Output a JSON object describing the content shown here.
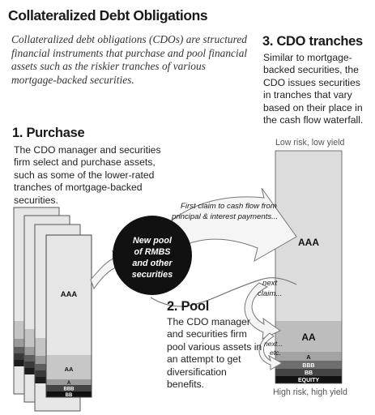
{
  "title": "Collateralized Debt Obligations",
  "intro": "Collateralized debt obligations (CDOs) are structured financial instruments that purchase and pool financial assets such as the riskier tranches of various mortgage-backed securities.",
  "purchase": {
    "heading": "1. Purchase",
    "body": "The CDO manager and securities firm select and purchase assets, such as some of the lower-rated tranches of mortgage-backed securities."
  },
  "pool": {
    "heading": "2. Pool",
    "body": "The CDO manager and securities firm pool various assets in an attempt to get diversification benefits.",
    "circle_lines": [
      "New pool",
      "of RMBS",
      "and other",
      "securities"
    ]
  },
  "tranches": {
    "heading": "3. CDO tranches",
    "body": "Similar to mortgage-backed securities, the CDO issues securities in tranches that vary based on their place in the cash flow waterfall.",
    "top_label": "Low risk, low yield",
    "bottom_label": "High risk, high yield"
  },
  "mbs_tranches": {
    "aaa": "AAA",
    "aa": "AA",
    "a": "A",
    "bbb": "BBB",
    "bb": "BB"
  },
  "cdo_tranches": {
    "aaa": "AAA",
    "aa": "AA",
    "a": "A",
    "bbb": "BBB",
    "bb": "BB",
    "equity": "EQUITY"
  },
  "annotations": {
    "first_claim_line1": "First claim to cash flow from",
    "first_claim_line2": "principal & interest payments...",
    "next_claim_line1": "next",
    "next_claim_line2": "claim...",
    "next_etc_line1": "next...",
    "next_etc_line2": "etc."
  },
  "colors": {
    "light_gray": "#dcdcdc",
    "mid_gray": "#bdbdbd",
    "dark_gray": "#6e6e6e",
    "darker_gray": "#444444",
    "black": "#111111",
    "arrow_fill": "#f5f5f5",
    "arrow_stroke": "#777777"
  }
}
